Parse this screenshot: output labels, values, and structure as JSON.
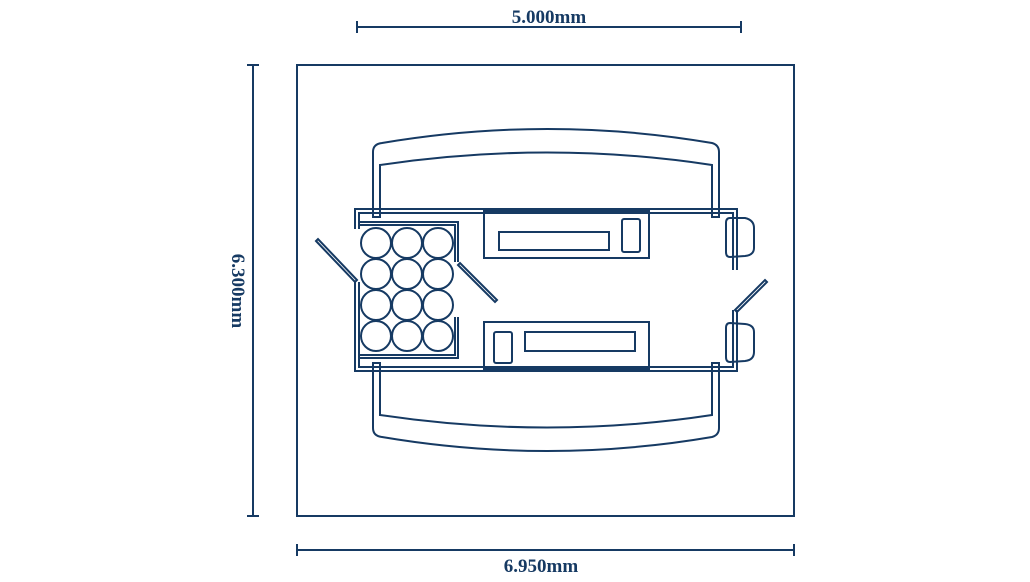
{
  "dimensions": {
    "top_width": "5.000mm",
    "left_height": "6.300mm",
    "bottom_width": "6.950mm"
  },
  "colors": {
    "line": "#163a63",
    "background": "#ffffff"
  }
}
